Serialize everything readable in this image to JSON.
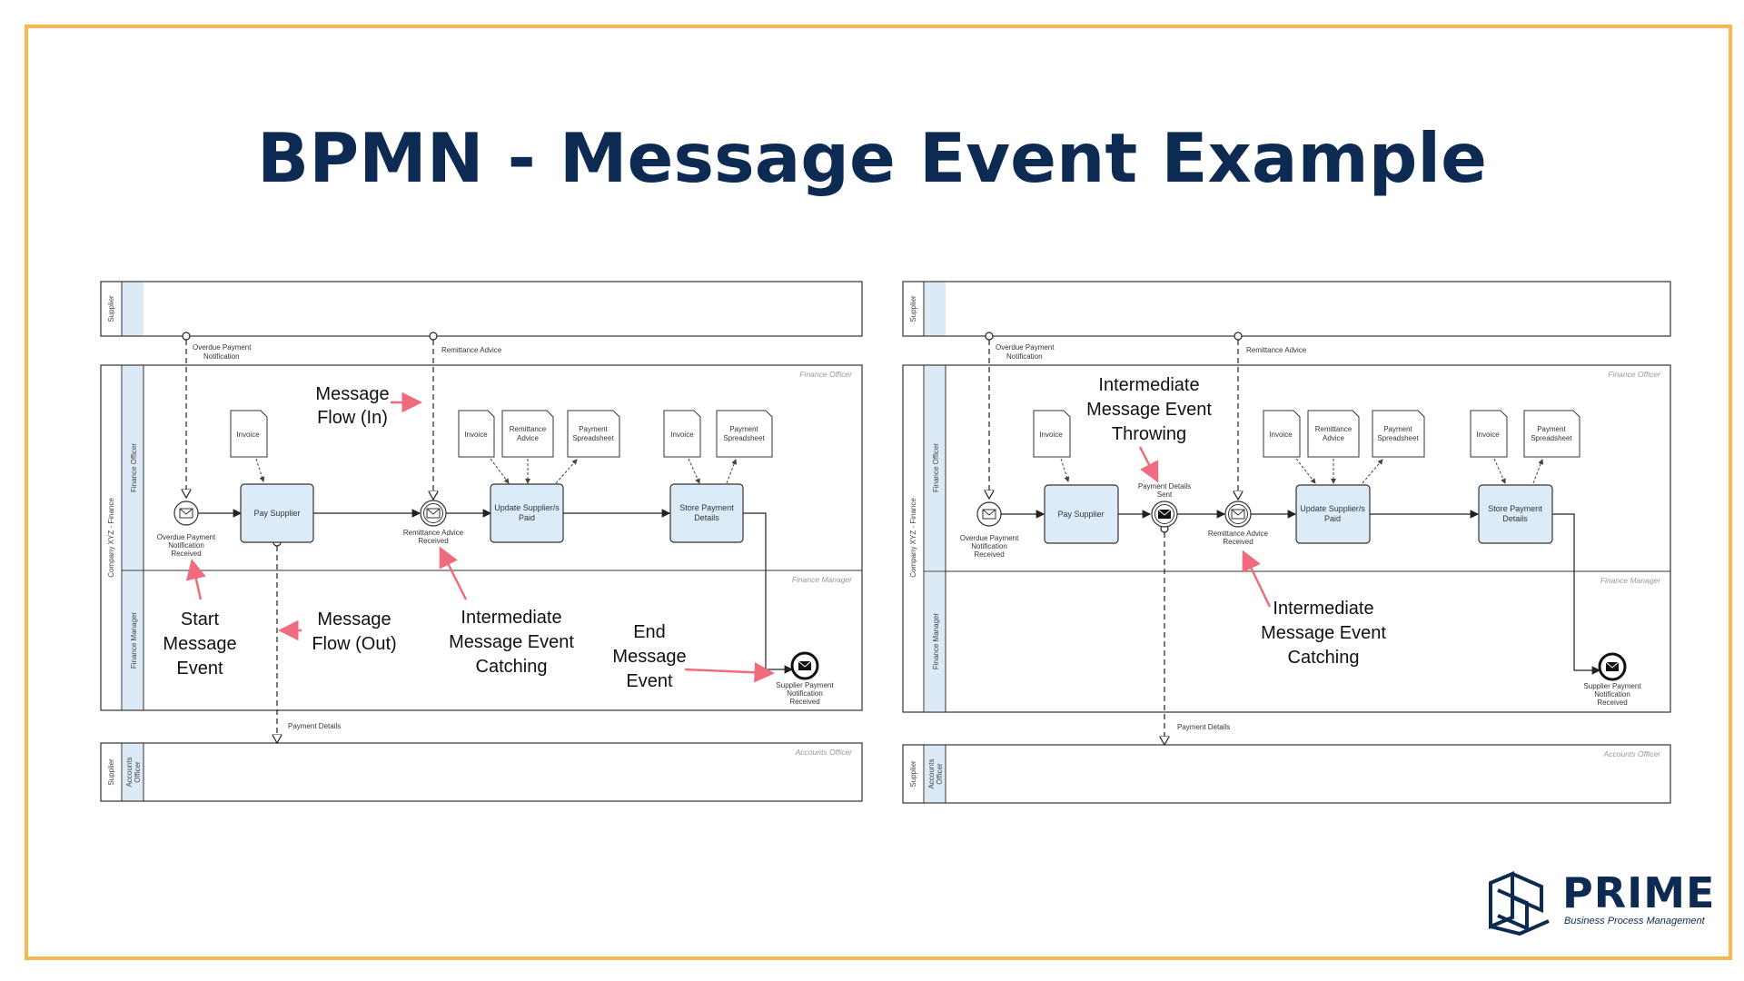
{
  "title": "BPMN - Message Event Example",
  "colors": {
    "border": "#f6b84c",
    "title": "#0c2a52",
    "arrow": "#ef6c7f",
    "lane_header": "#dce9f7",
    "task_fill": "#dcebf8"
  },
  "left": {
    "pool_supplier": "Supplier",
    "pool_company": "Company XYZ - Finance",
    "lane_finance_officer": "Finance Officer",
    "lane_finance_manager": "Finance Manager",
    "role_finance_officer": "Finance Officer",
    "role_finance_manager": "Finance Manager",
    "pool_bottom_supplier": "Supplier",
    "lane_accounts_officer_1": "Accounts",
    "lane_accounts_officer_2": "Officer",
    "role_accounts_officer": "Accounts Officer",
    "flow_overdue_1": "Overdue Payment",
    "flow_overdue_2": "Notification",
    "flow_remittance": "Remittance Advice",
    "flow_payment_details": "Payment Details",
    "start_event_1": "Overdue Payment",
    "start_event_2": "Notification",
    "start_event_3": "Received",
    "task_pay_supplier": "Pay Supplier",
    "catch_event_1": "Remittance Advice",
    "catch_event_2": "Received",
    "task_update_1": "Update Supplier/s",
    "task_update_2": "Paid",
    "task_store_1": "Store Payment",
    "task_store_2": "Details",
    "end_event_1": "Supplier Payment",
    "end_event_2": "Notification",
    "end_event_3": "Received",
    "doc_invoice": "Invoice",
    "doc_remittance_1": "Remittance",
    "doc_remittance_2": "Advice",
    "doc_spreadsheet_1": "Payment",
    "doc_spreadsheet_2": "Spreadsheet",
    "ann_flow_in_1": "Message",
    "ann_flow_in_2": "Flow (In)",
    "ann_start_1": "Start",
    "ann_start_2": "Message",
    "ann_start_3": "Event",
    "ann_flow_out_1": "Message",
    "ann_flow_out_2": "Flow (Out)",
    "ann_catch_1": "Intermediate",
    "ann_catch_2": "Message Event",
    "ann_catch_3": "Catching",
    "ann_end_1": "End",
    "ann_end_2": "Message",
    "ann_end_3": "Event"
  },
  "right": {
    "pool_supplier": "Supplier",
    "pool_company": "Company XYZ - Finance",
    "lane_finance_officer": "Finance Officer",
    "lane_finance_manager": "Finance Manager",
    "role_finance_officer": "Finance Officer",
    "role_finance_manager": "Finance Manager",
    "pool_bottom_supplier": "Supplier",
    "lane_accounts_officer_1": "Accounts",
    "lane_accounts_officer_2": "Officer",
    "role_accounts_officer": "Accounts Officer",
    "flow_overdue_1": "Overdue Payment",
    "flow_overdue_2": "Notification",
    "flow_remittance": "Remittance Advice",
    "flow_payment_details": "Payment Details",
    "start_event_1": "Overdue Payment",
    "start_event_2": "Notification",
    "start_event_3": "Received",
    "task_pay_supplier": "Pay Supplier",
    "throw_event_1": "Payment Details",
    "throw_event_2": "Sent",
    "catch_event_1": "Remittance Advice",
    "catch_event_2": "Received",
    "task_update_1": "Update Supplier/s",
    "task_update_2": "Paid",
    "task_store_1": "Store Payment",
    "task_store_2": "Details",
    "end_event_1": "Supplier Payment",
    "end_event_2": "Notification",
    "end_event_3": "Received",
    "doc_invoice": "Invoice",
    "doc_remittance_1": "Remittance",
    "doc_remittance_2": "Advice",
    "doc_spreadsheet_1": "Payment",
    "doc_spreadsheet_2": "Spreadsheet",
    "ann_throw_1": "Intermediate",
    "ann_throw_2": "Message Event",
    "ann_throw_3": "Throwing",
    "ann_catch_1": "Intermediate",
    "ann_catch_2": "Message Event",
    "ann_catch_3": "Catching"
  },
  "logo": {
    "word": "PRIME",
    "subtitle": "Business Process Management",
    "icon": "prime-logo-icon"
  }
}
